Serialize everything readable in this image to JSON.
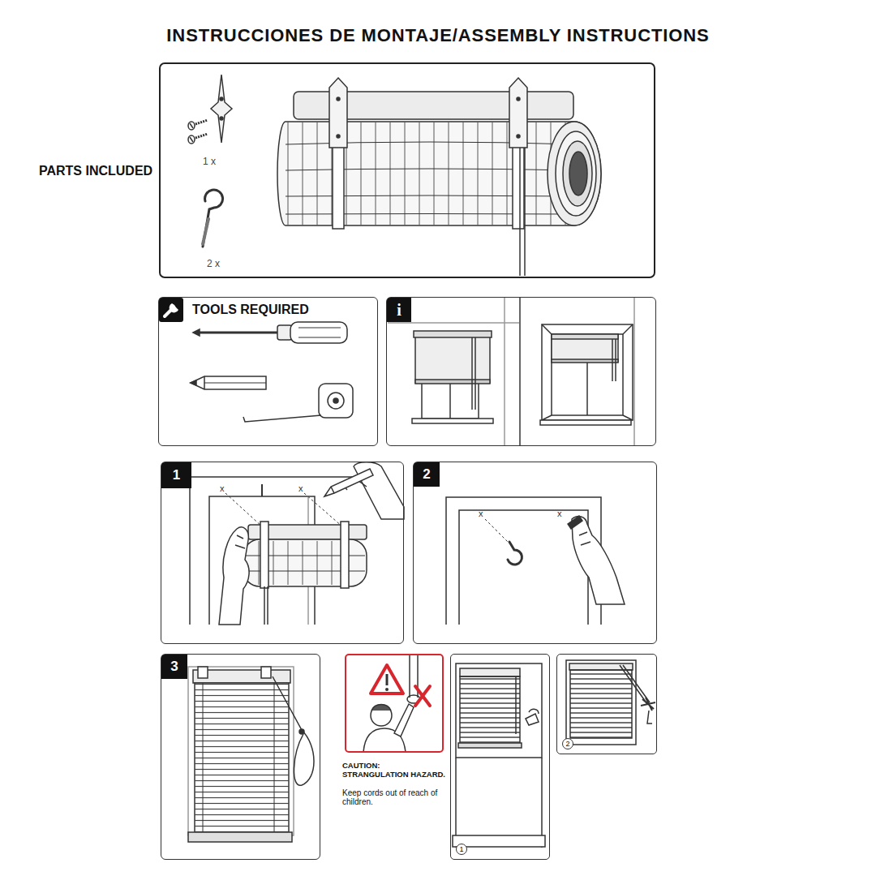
{
  "diagram": {
    "title": "INSTRUCCIONES DE MONTAJE/ASSEMBLY INSTRUCTIONS",
    "nodes": [
      {
        "text": [
          "PARTS INCLUDED",
          "1 x",
          "2 x"
        ]
      },
      {
        "text": [
          "TOOLS REQUIRED"
        ]
      },
      {
        "text": [
          "i"
        ]
      },
      {
        "text": [
          "1"
        ]
      },
      {
        "text": [
          "2"
        ]
      },
      {
        "text": [
          "3"
        ]
      },
      {
        "text": [
          "CAUTION: STRANGULATION HAZARD.",
          "Keep cords out of reach of children."
        ]
      },
      {
        "text": [
          "1"
        ]
      },
      {
        "text": [
          "2"
        ]
      }
    ],
    "labels": [
      "x",
      "x",
      "x",
      "x"
    ]
  }
}
